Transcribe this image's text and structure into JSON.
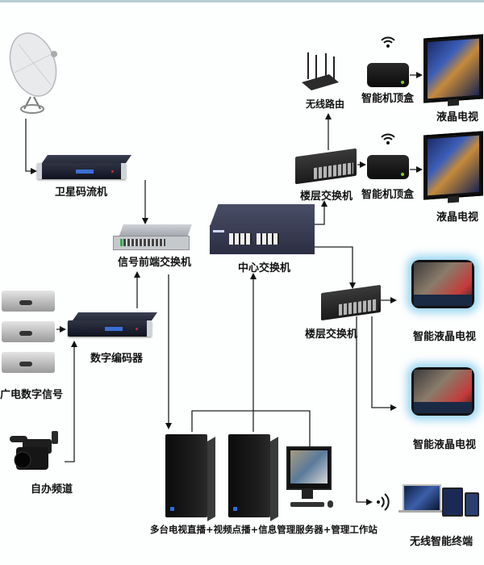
{
  "diagram": {
    "type": "network-topology",
    "nodes": {
      "satellite_dish": {
        "label": ""
      },
      "satellite_receiver": {
        "label": "卫星码流机"
      },
      "signal_frontend_switch": {
        "label": "信号前端交换机"
      },
      "broadcast_digital_signal": {
        "label": "广电数字信号"
      },
      "digital_encoder": {
        "label": "数字编码器"
      },
      "self_run_channel": {
        "label": "自办频道"
      },
      "core_switch": {
        "label": "中心交换机"
      },
      "wireless_router": {
        "label": "无线路由"
      },
      "floor_switch_top": {
        "label": "楼层交换机"
      },
      "floor_switch_mid": {
        "label": "楼层交换机"
      },
      "smart_stb_1": {
        "label": "智能机顶盒"
      },
      "smart_stb_2": {
        "label": "智能机顶盒"
      },
      "lcd_tv_1": {
        "label": "液晶电视"
      },
      "lcd_tv_2": {
        "label": "液晶电视"
      },
      "smart_lcd_tv_1": {
        "label": "智能液晶电视"
      },
      "smart_lcd_tv_2": {
        "label": "智能液晶电视"
      },
      "servers": {
        "label": "多台电视直播+视频点播+信息管理服务器+管理工作站"
      },
      "wireless_terminals": {
        "label": "无线智能终端"
      }
    },
    "edges": [
      {
        "from": "satellite_dish",
        "to": "satellite_receiver"
      },
      {
        "from": "satellite_receiver",
        "to": "signal_frontend_switch"
      },
      {
        "from": "broadcast_digital_signal",
        "to": "digital_encoder"
      },
      {
        "from": "self_run_channel",
        "to": "digital_encoder"
      },
      {
        "from": "digital_encoder",
        "to": "signal_frontend_switch"
      },
      {
        "from": "signal_frontend_switch",
        "to": "servers"
      },
      {
        "from": "servers",
        "to": "core_switch"
      },
      {
        "from": "core_switch",
        "to": "floor_switch_top"
      },
      {
        "from": "core_switch",
        "to": "floor_switch_mid"
      },
      {
        "from": "floor_switch_top",
        "to": "wireless_router"
      },
      {
        "from": "floor_switch_top",
        "to": "smart_stb_2"
      },
      {
        "from": "smart_stb_1",
        "to": "lcd_tv_1"
      },
      {
        "from": "smart_stb_2",
        "to": "lcd_tv_2"
      },
      {
        "from": "floor_switch_mid",
        "to": "smart_lcd_tv_1"
      },
      {
        "from": "floor_switch_mid",
        "to": "smart_lcd_tv_2"
      },
      {
        "from": "floor_switch_mid",
        "to": "wireless_terminals"
      }
    ]
  },
  "icons": {
    "wifi": "wifi-icon",
    "arrow": "arrow-head-icon"
  }
}
